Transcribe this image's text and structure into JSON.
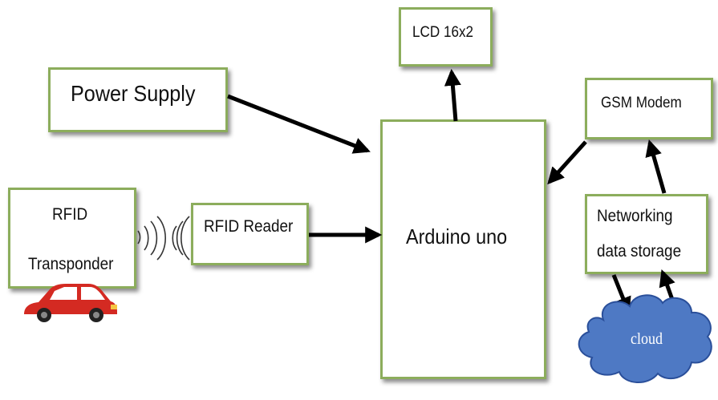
{
  "blocks": {
    "lcd": "LCD 16x2",
    "power": "Power Supply",
    "gsm": "GSM Modem",
    "rfid_tag_line1": "RFID",
    "rfid_tag_line2": "Transponder",
    "reader": "RFID Reader",
    "arduino": "Arduino uno",
    "storage_line1": "Networking",
    "storage_line2": "data storage"
  },
  "cloud_label": "cloud",
  "colors": {
    "block_border": "#8cad5c",
    "arrow": "#000000",
    "cloud_fill": "#4e79c4",
    "car_body": "#d42a22"
  }
}
